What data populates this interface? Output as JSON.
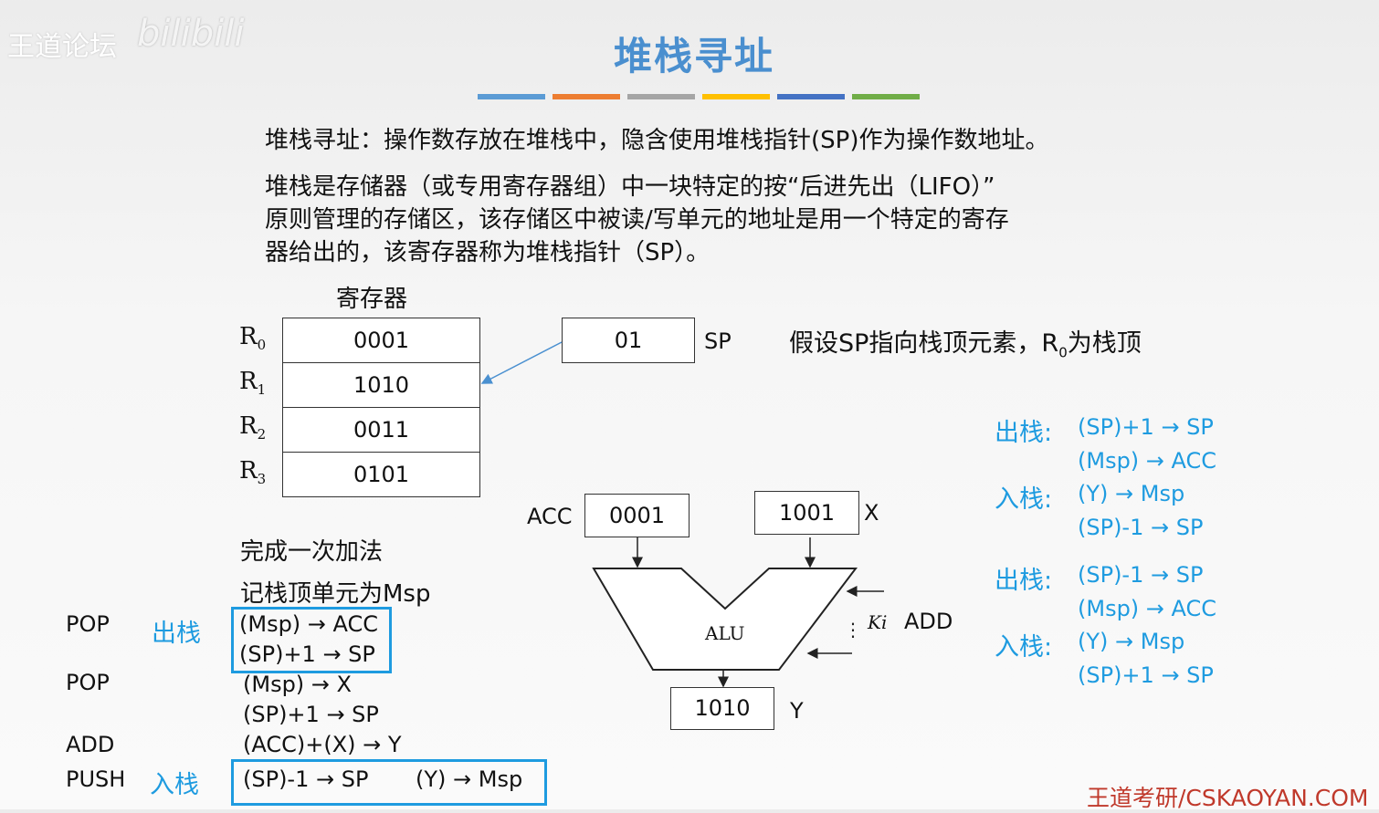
{
  "watermark": {
    "forum": "王道论坛",
    "site": "bilibili",
    "footer": "王道考研/CSKAOYAN.COM"
  },
  "title": "堆栈寻址",
  "title_bar_colors": [
    "#5b9bd5",
    "#ed7d31",
    "#a5a5a5",
    "#ffc000",
    "#4472c4",
    "#70ad47"
  ],
  "para1": "堆栈寻址：操作数存放在堆栈中，隐含使用堆栈指针(SP)作为操作数地址。",
  "para2": [
    "堆栈是存储器（或专用寄存器组）中一块特定的按“后进先出（LIFO）”",
    "原则管理的存储区，该存储区中被读/写单元的地址是用一个特定的寄存",
    "器给出的，该寄存器称为堆栈指针（SP）。"
  ],
  "registers": {
    "heading": "寄存器",
    "rows": [
      {
        "name": "R",
        "sub": "0",
        "value": "0001"
      },
      {
        "name": "R",
        "sub": "1",
        "value": "1010"
      },
      {
        "name": "R",
        "sub": "2",
        "value": "0011"
      },
      {
        "name": "R",
        "sub": "3",
        "value": "0101"
      }
    ]
  },
  "sp": {
    "value": "01",
    "label": "SP"
  },
  "assumption": {
    "pre": "假设SP指向栈顶元素，R",
    "sub": "0",
    "post": "为栈顶"
  },
  "rules1": [
    {
      "k": "出栈:",
      "v": "(SP)+1 → SP"
    },
    {
      "k": "",
      "v": "(Msp) → ACC"
    },
    {
      "k": "入栈:",
      "v": "(Y) → Msp"
    },
    {
      "k": "",
      "v": "(SP)-1 → SP"
    }
  ],
  "rules2": [
    {
      "k": "出栈:",
      "v": "(SP)-1 → SP"
    },
    {
      "k": "",
      "v": "(Msp) → ACC"
    },
    {
      "k": "入栈:",
      "v": "(Y) → Msp"
    },
    {
      "k": "",
      "v": "(SP)+1 → SP"
    }
  ],
  "alu": {
    "acc_label": "ACC",
    "acc": "0001",
    "x": "1001",
    "x_label": "X",
    "alu": "ALU",
    "ki": "Ki",
    "op": "ADD",
    "y": "1010",
    "y_label": "Y"
  },
  "steps": {
    "intro1": "完成一次加法",
    "intro2": "记栈顶单元为Msp",
    "ops": [
      {
        "op": "POP",
        "tag": "出栈",
        "lines": [
          "(Msp) → ACC",
          "(SP)+1 → SP"
        ]
      },
      {
        "op": "POP",
        "tag": "",
        "lines": [
          "(Msp) → X",
          "(SP)+1 → SP"
        ]
      },
      {
        "op": "ADD",
        "tag": "",
        "lines": [
          "(ACC)+(X) → Y"
        ]
      },
      {
        "op": "PUSH",
        "tag": "入栈",
        "lines": [
          "(SP)-1 → SP",
          "(Y) → Msp"
        ]
      }
    ]
  }
}
